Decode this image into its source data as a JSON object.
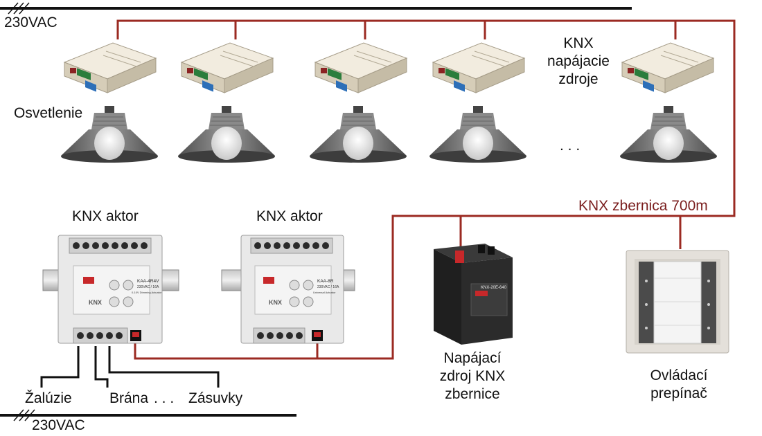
{
  "labels": {
    "mains_top": "230VAC",
    "mains_bottom": "230VAC",
    "lighting": "Osvetlenie",
    "psu_group_1": "KNX",
    "psu_group_2": "napájacie",
    "psu_group_3": "zdroje",
    "ellipsis_lamps": ". . .",
    "bus": "KNX zbernica 700m",
    "actor_1": "KNX aktor",
    "actor_2": "KNX aktor",
    "bus_psu_1": "Napájací",
    "bus_psu_2": "zdroj KNX",
    "bus_psu_3": "zbernice",
    "switch_1": "Ovládací",
    "switch_2": "prepínač",
    "out_blinds": "Žalúzie",
    "out_gate": "Brána",
    "out_dots": ". . .",
    "out_sockets": "Zásuvky"
  },
  "devices": {
    "actor_1_model": "KAA-4R4V",
    "actor_1_desc": "230VAC / 16A",
    "actor_1_desc2": "0-10V Dimming Actuator",
    "actor_2_model": "KAA-8R",
    "actor_2_desc": "230VAC / 16A",
    "actor_2_desc2": "Universal Actuator",
    "psu_model": "KNX-20E-640",
    "knx_logo": "KNX"
  },
  "colors": {
    "bus": "#9b2a22",
    "mains": "#111111",
    "lamp_shade": "#6f6f6f",
    "psu_body": "#e3dccb",
    "din_body": "#e6e6e6"
  }
}
